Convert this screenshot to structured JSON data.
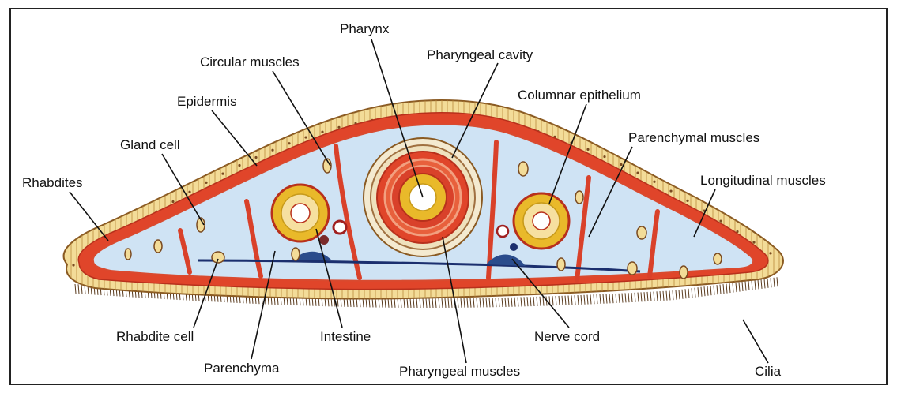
{
  "diagram": {
    "labels": {
      "pharynx": "Pharynx",
      "pharyngeal_cavity": "Pharyngeal cavity",
      "circular_muscles": "Circular muscles",
      "epidermis": "Epidermis",
      "columnar_epithelium": "Columnar epithelium",
      "gland_cell": "Gland cell",
      "parenchymal_muscles": "Parenchymal muscles",
      "rhabdites": "Rhabdites",
      "longitudinal_muscles": "Longitudinal muscles",
      "rhabdite_cell": "Rhabdite cell",
      "intestine": "Intestine",
      "nerve_cord": "Nerve cord",
      "parenchyma": "Parenchyma",
      "pharyngeal_muscles": "Pharyngeal muscles",
      "cilia": "Cilia"
    },
    "colors": {
      "epidermis": "#f3dc98",
      "epidermis_dots": "#7a4a20",
      "muscle_layer": "#e0452a",
      "parenchyma": "#cfe3f4",
      "nerve_cord": "#1b2f6e",
      "intestine_ring": "#e9b92a",
      "intestine_wall": "#d9412a",
      "cilia": "#5a3b1e"
    }
  }
}
